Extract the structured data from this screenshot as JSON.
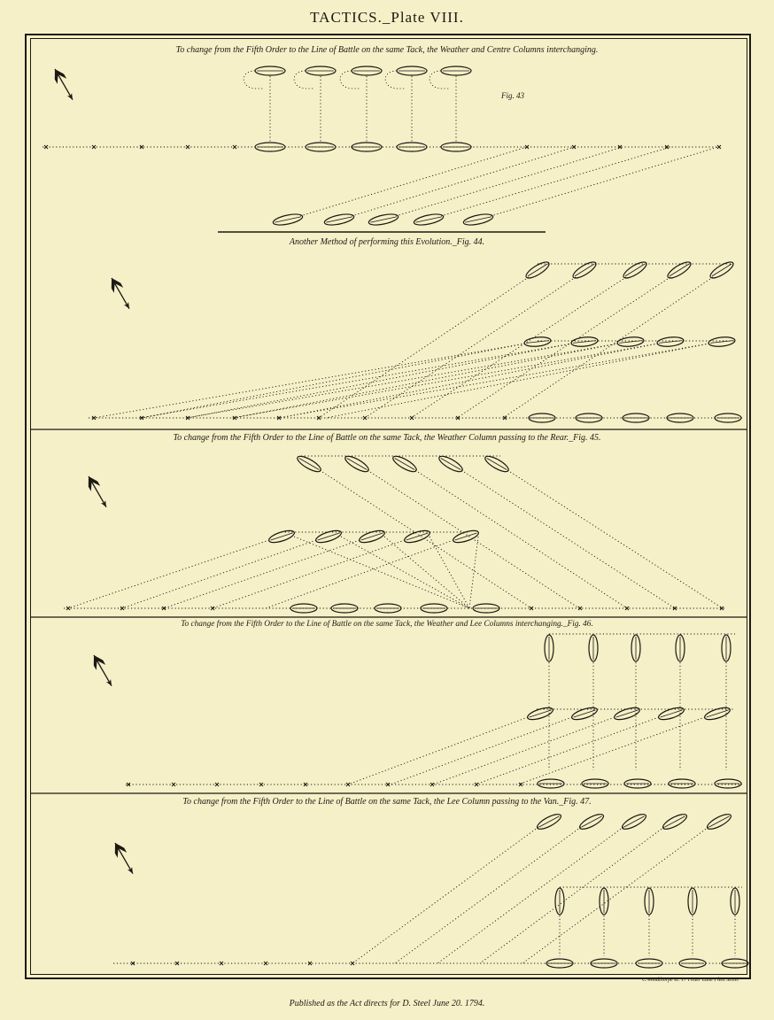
{
  "plate": {
    "title": "TACTICS._Plate VIII.",
    "publisher": "Published as the Act directs for D. Steel June 20. 1794.",
    "engraver": "C.Woodthorpe sc. 17 Fetter Lane Fleet Street"
  },
  "figures": [
    {
      "caption": "To change from the Fifth Order to the Line of Battle on the same Tack, the Weather and Centre Columns interchanging.",
      "label": "Fig. 43"
    },
    {
      "caption": "Another Method of performing this Evolution._Fig. 44."
    },
    {
      "caption": "To change from the Fifth Order to the Line of Battle on the same Tack, the Weather Column passing to the Rear._Fig. 45."
    },
    {
      "caption": "To change from the Fifth Order to the Line of Battle on the same Tack, the Weather and Lee Columns interchanging._Fig. 46."
    },
    {
      "caption": "To change from the Fifth Order to the Line of Battle on the same Tack, the Lee Column passing to the Van._Fig. 47."
    }
  ]
}
